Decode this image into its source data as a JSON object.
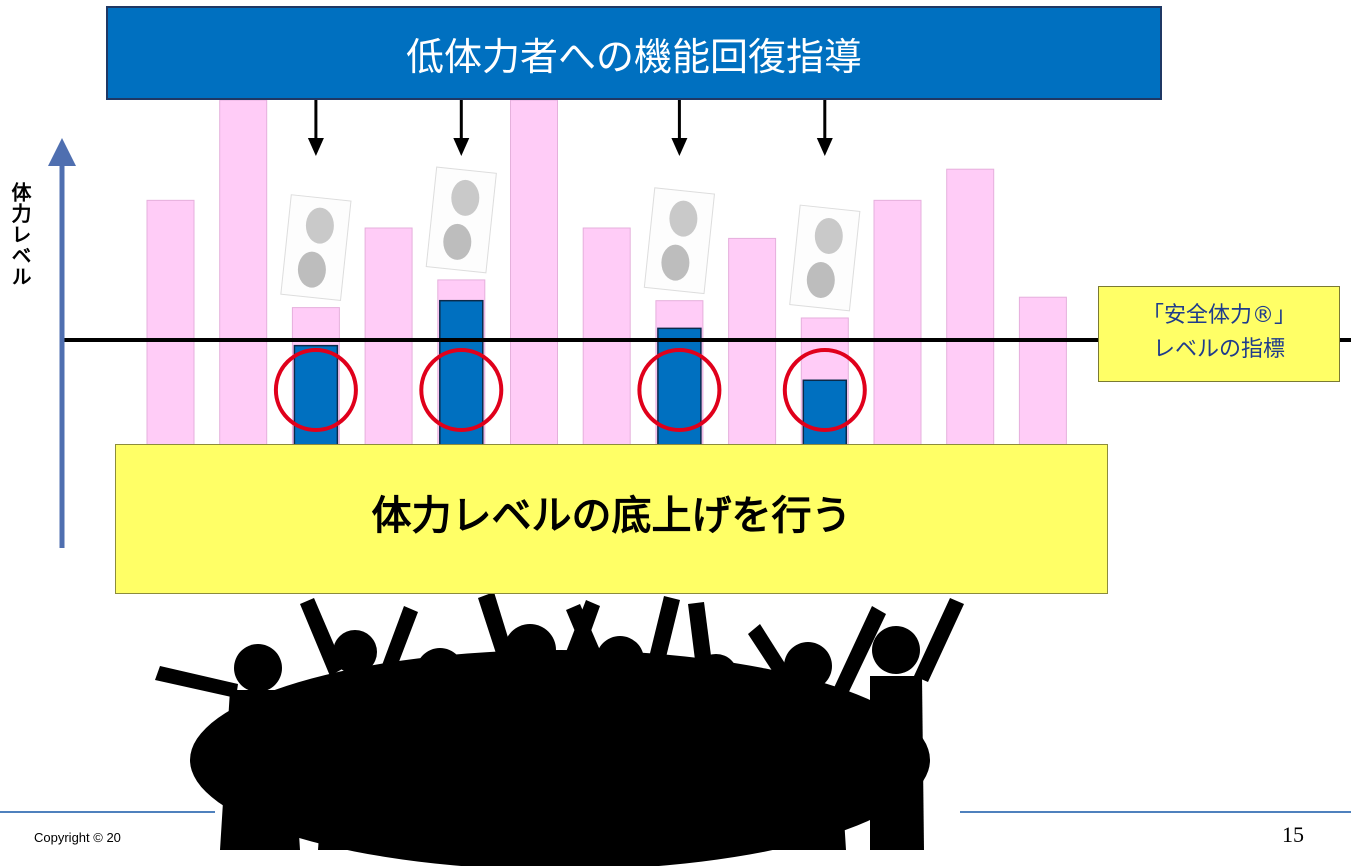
{
  "title": "低体力者への機能回復指導",
  "y_axis_label": "体力レベル",
  "safety_label": {
    "line1": "「安全体力®」",
    "line2": "レベルの指標"
  },
  "bottom_message": "体力レベルの底上げを行う",
  "footer": {
    "copyright": "Copyright © 20",
    "page_number": "15"
  },
  "icons": {
    "hands": "helping-hands-icon",
    "crowd": "crowd-silhouette-icon"
  },
  "colors": {
    "banner": "#0070c0",
    "bar_pink": "#ffccf7",
    "bar_blue": "#0070c0",
    "highlight_circle": "#e0001b",
    "box_yellow": "#ffff66",
    "arrow_axis": "#4f6fb0",
    "footer_line": "#4f81bd"
  },
  "levels": {
    "bars": [
      {
        "pink": 0.71,
        "blue": 0
      },
      {
        "pink": 1.0,
        "blue": 0
      },
      {
        "pink": 0.4,
        "blue": 0.29
      },
      {
        "pink": 0.63,
        "blue": 0
      },
      {
        "pink": 0.48,
        "blue": 0.42
      },
      {
        "pink": 1.0,
        "blue": 0
      },
      {
        "pink": 0.63,
        "blue": 0
      },
      {
        "pink": 0.42,
        "blue": 0.34
      },
      {
        "pink": 0.6,
        "blue": 0
      },
      {
        "pink": 0.37,
        "blue": 0.19
      },
      {
        "pink": 0.71,
        "blue": 0
      },
      {
        "pink": 0.8,
        "blue": 0
      },
      {
        "pink": 0.43,
        "blue": 0
      }
    ],
    "safety_threshold": 0.27
  }
}
